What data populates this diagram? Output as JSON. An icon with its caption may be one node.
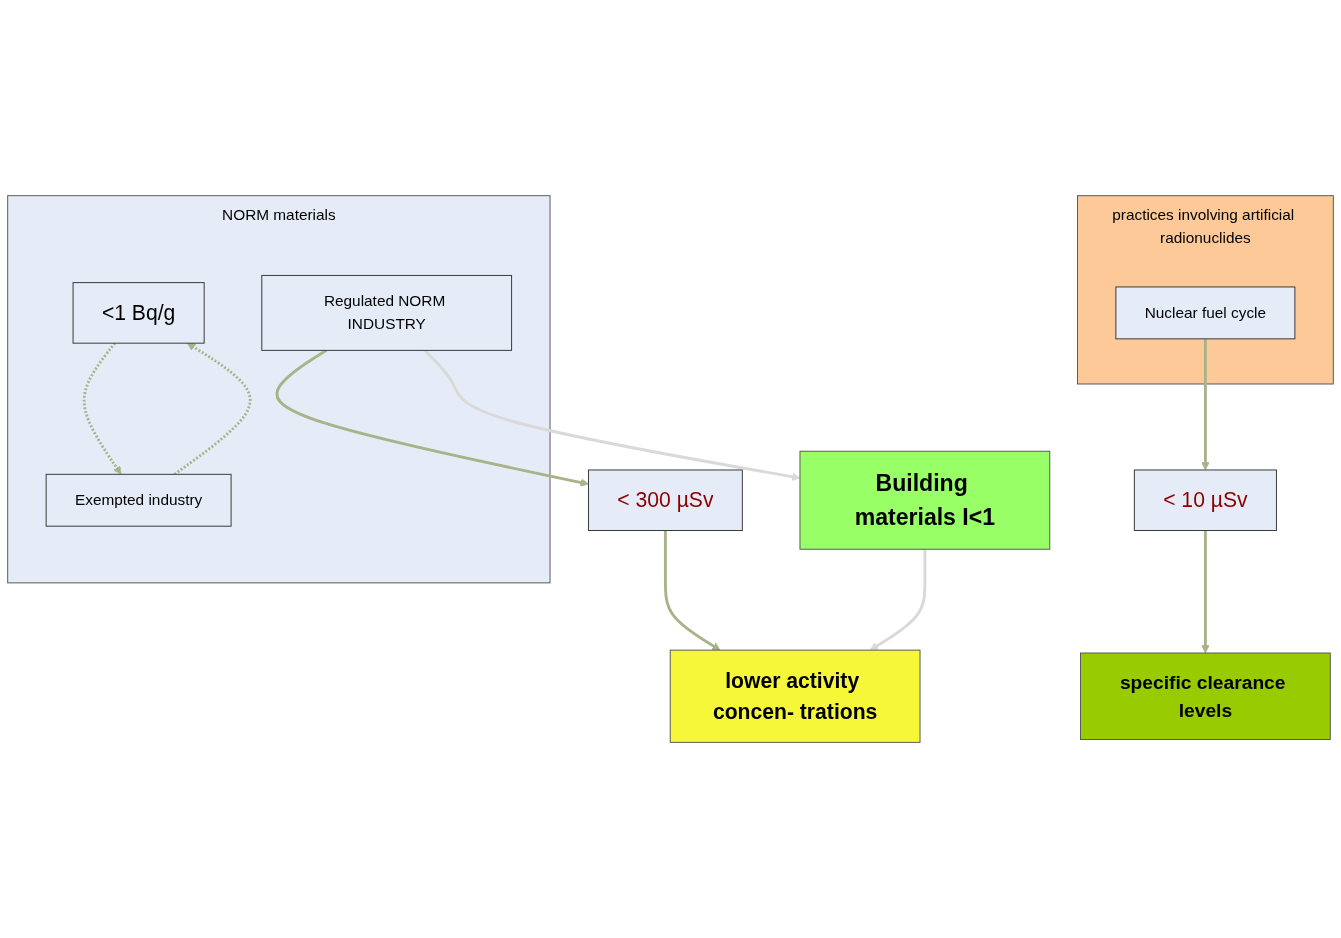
{
  "diagram": {
    "nodes": [
      {
        "text": [
          "NORM materials"
        ]
      },
      {
        "text": [
          "<1 Bq/g"
        ],
        "in": 0
      },
      {
        "text": [
          "Exempted industry"
        ],
        "in": 0
      },
      {
        "text": [
          "Regulated NORM INDUSTRY"
        ],
        "in": 0
      },
      {
        "text": [
          "practices involving artificial radionuclides"
        ]
      },
      {
        "text": [
          "Nuclear fuel cycle"
        ],
        "in": 4
      },
      {
        "text": [
          "lower activity concen- trations"
        ]
      },
      {
        "text": [
          "< 300 µSv"
        ]
      },
      {
        "text": [
          "Building materials I<1"
        ]
      },
      {
        "text": [
          "specific clearance levels"
        ]
      },
      {
        "text": [
          "< 10 µSv"
        ]
      }
    ],
    "edges": [
      {
        "from": 1,
        "to": 2,
        "arrow": "to",
        "style": "dashed"
      },
      {
        "from": 2,
        "to": 1,
        "arrow": "to",
        "style": "dashed"
      },
      {
        "from": 3,
        "to": 7,
        "arrow": "to"
      },
      {
        "from": 3,
        "to": 8,
        "arrow": "to",
        "color": "#d9d9d9"
      },
      {
        "from": 7,
        "to": 6,
        "arrow": "to"
      },
      {
        "from": 8,
        "to": 6,
        "arrow": "to",
        "color": "#d9d9d9"
      },
      {
        "from": 5,
        "to": 10,
        "arrow": "to"
      },
      {
        "from": 10,
        "to": 9,
        "arrow": "to"
      }
    ]
  }
}
